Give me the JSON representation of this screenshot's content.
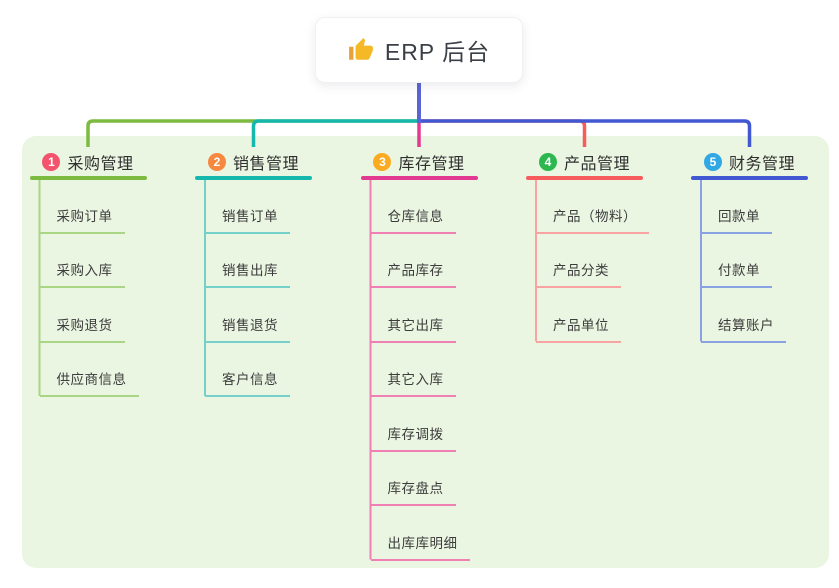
{
  "root": {
    "label": "ERP 后台",
    "icon": "thumbs-up-icon",
    "icon_color": "#f5b928",
    "icon_cuff_color": "#e9a23b"
  },
  "colors": {
    "canvas_bg": "#ffffff",
    "panel_bg": "#eaf5e2",
    "trunk": "#5b64d6",
    "card_bg": "#ffffff",
    "title_text": "#2f2f2f",
    "child_text": "#3c3c3c"
  },
  "branches": [
    {
      "index": "1",
      "title": "采购管理",
      "badge_color": "#f4536e",
      "line_color": "#7dbb40",
      "light_color": "#a9d584",
      "children": [
        "采购订单",
        "采购入库",
        "采购退货",
        "供应商信息"
      ]
    },
    {
      "index": "2",
      "title": "销售管理",
      "badge_color": "#f78840",
      "line_color": "#16b8ae",
      "light_color": "#74d0c8",
      "children": [
        "销售订单",
        "销售出库",
        "销售退货",
        "客户信息"
      ]
    },
    {
      "index": "3",
      "title": "库存管理",
      "badge_color": "#fbab21",
      "line_color": "#e23a90",
      "light_color": "#f07fb4",
      "children": [
        "仓库信息",
        "产品库存",
        "其它出库",
        "其它入库",
        "库存调拨",
        "库存盘点",
        "出库库明细"
      ]
    },
    {
      "index": "4",
      "title": "产品管理",
      "badge_color": "#2cb84f",
      "line_color": "#f75c5c",
      "light_color": "#f9a3a3",
      "children": [
        "产品（物料）",
        "产品分类",
        "产品单位"
      ]
    },
    {
      "index": "5",
      "title": "财务管理",
      "badge_color": "#30a8e4",
      "line_color": "#4257d2",
      "light_color": "#8ba2e2",
      "children": [
        "回款单",
        "付款单",
        "结算账户"
      ]
    }
  ]
}
